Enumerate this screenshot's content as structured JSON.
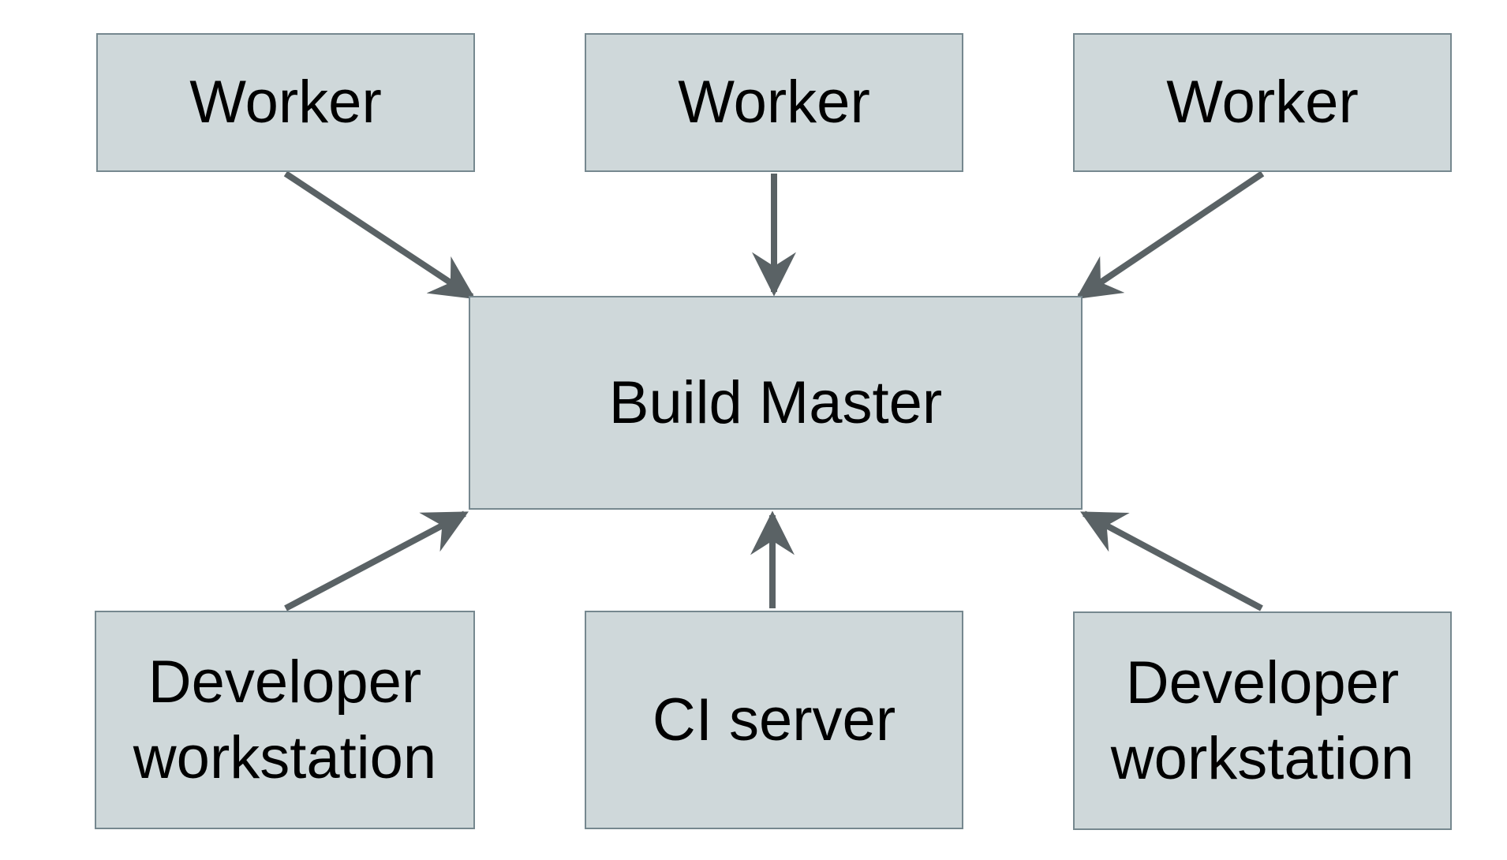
{
  "diagram": {
    "description": "Build farm architecture diagram: three Workers, two Developer workstations and a CI server all connect with arrows to a central Build Master",
    "colors": {
      "background": "#ffffff",
      "box_fill": "#cfd8da",
      "box_border": "#76888f",
      "arrow_color": "#5a6265",
      "text_color": "#000000"
    },
    "nodes": {
      "worker_1": {
        "label": "Worker"
      },
      "worker_2": {
        "label": "Worker"
      },
      "worker_3": {
        "label": "Worker"
      },
      "build_master": {
        "label": "Build Master"
      },
      "dev_left": {
        "label": "Developer workstation"
      },
      "ci_server": {
        "label": "CI server"
      },
      "dev_right": {
        "label": "Developer workstation"
      }
    },
    "edges": [
      {
        "from": "worker_1",
        "to": "build_master"
      },
      {
        "from": "worker_2",
        "to": "build_master"
      },
      {
        "from": "worker_3",
        "to": "build_master"
      },
      {
        "from": "dev_left",
        "to": "build_master"
      },
      {
        "from": "ci_server",
        "to": "build_master"
      },
      {
        "from": "dev_right",
        "to": "build_master"
      }
    ]
  }
}
